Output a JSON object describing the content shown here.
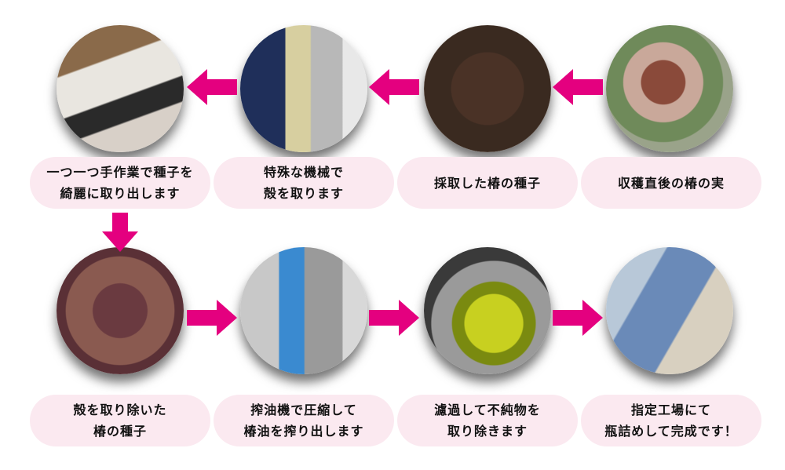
{
  "colors": {
    "arrow": "#e4007f",
    "pill": "#fbe9f0"
  },
  "steps": [
    {
      "label_line1": "収穫直後の椿の実",
      "label_line2": ""
    },
    {
      "label_line1": "採取した椿の種子",
      "label_line2": ""
    },
    {
      "label_line1": "特殊な機械で",
      "label_line2": "殻を取ります"
    },
    {
      "label_line1": "一つ一つ手作業で種子を",
      "label_line2": "綺麗に取り出します"
    },
    {
      "label_line1": "殻を取り除いた",
      "label_line2": "椿の種子"
    },
    {
      "label_line1": "搾油機で圧縮して",
      "label_line2": "椿油を搾り出します"
    },
    {
      "label_line1": "濾過して不純物を",
      "label_line2": "取り除きます"
    },
    {
      "label_line1": "指定工場にて",
      "label_line2": "瓶詰めして完成です！"
    }
  ]
}
